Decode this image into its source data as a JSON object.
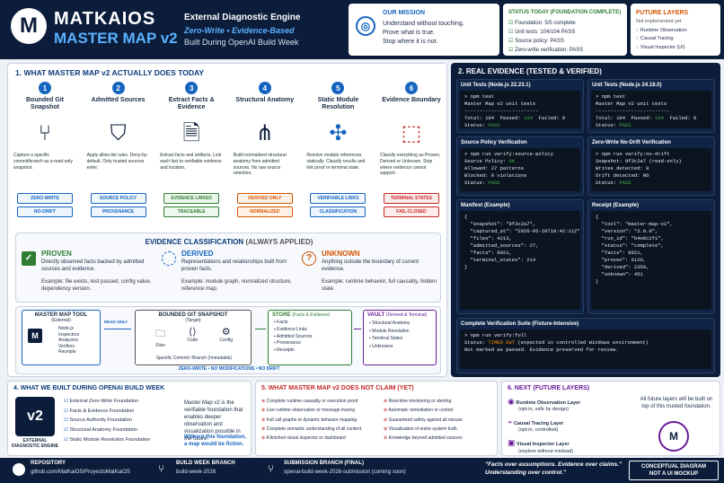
{
  "header": {
    "logo_letter": "M",
    "title": "MATKAIOS",
    "subtitle": "MASTER MAP v2",
    "tagline1": "External Diagnostic Engine",
    "tagline2": "Zero-Write • Evidence-Based",
    "tagline3": "Built During OpenAI Build Week"
  },
  "mission": {
    "title": "OUR MISSION",
    "lines": [
      "Understand without touching.",
      "Prove what is true.",
      "Stop where it is not."
    ]
  },
  "status": {
    "title": "STATUS TODAY (FOUNDATION COMPLETE)",
    "items": [
      "Foundation: 5/5 complete",
      "Unit tests: 104/104 PASS",
      "Source policy: PASS",
      "Zero-write verification: PASS"
    ]
  },
  "future_mini": {
    "title": "FUTURE LAYERS",
    "sub": "Not implemented yet",
    "items": [
      "Runtime Observation",
      "Causal Tracing",
      "Visual Inspector (UI)"
    ]
  },
  "s1": {
    "title": "1. WHAT MASTER MAP v2 ACTUALLY DOES TODAY",
    "steps": [
      {
        "n": "1",
        "title": "Bounded Git Snapshot",
        "desc": "Capture a specific commit/branch as a read-only snapshot.",
        "b1": "ZERO-WRITE",
        "b2": "NO-DRIFT",
        "icon": "git-icon"
      },
      {
        "n": "2",
        "title": "Admitted Sources",
        "desc": "Apply allow-list rules. Deny-by-default. Only trusted sources enter.",
        "b1": "SOURCE POLICY",
        "b2": "PROVENANCE",
        "icon": "shield-icon"
      },
      {
        "n": "3",
        "title": "Extract Facts & Evidence",
        "desc": "Extract facts and artifacts. Link each fact to verifiable evidence and location.",
        "b1": "EVIDENCE LINKED",
        "b2": "TRACEABLE",
        "icon": "document-search-icon"
      },
      {
        "n": "4",
        "title": "Structural Anatomy",
        "desc": "Build normalized structural anatomy from admitted sources. No raw source retention.",
        "b1": "DERIVED ONLY",
        "b2": "NORMALIZED",
        "icon": "tree-icon"
      },
      {
        "n": "5",
        "title": "Static Module Resolution",
        "desc": "Resolve module references statically. Classify results and link proof or terminal state.",
        "b1": "VERIFIABLE LINKS",
        "b2": "CLASSIFICATION",
        "icon": "puzzle-icon"
      },
      {
        "n": "6",
        "title": "Evidence Boundary",
        "desc": "Classify everything as Proven, Derived or Unknown. Stop where evidence cannot support.",
        "b1": "TERMINAL STATES",
        "b2": "FAIL-CLOSED",
        "icon": "boundary-icon"
      }
    ]
  },
  "classification": {
    "title": "EVIDENCE CLASSIFICATION",
    "title_suffix": "(ALWAYS APPLIED)",
    "items": [
      {
        "name": "PROVEN",
        "desc": "Directly observed facts backed by admitted sources and evidence.",
        "ex": "Example: file exists, test passed, config value, dependency version."
      },
      {
        "name": "DERIVED",
        "desc": "Representations and relationships built from proven facts.",
        "ex": "Example: module graph, normalized structure, reference map."
      },
      {
        "name": "UNKNOWN",
        "desc": "Anything outside the boundary of current evidence.",
        "ex": "Example: runtime behavior, full causality, hidden state."
      }
    ]
  },
  "flow": {
    "tool_title": "MASTER MAP TOOL",
    "tool_sub": "(External)",
    "tool_items": [
      "Node.js",
      "Inspectors",
      "Analyzers",
      "Verifiers",
      "Receipts"
    ],
    "read_only": "READ ONLY",
    "snap_title": "BOUNDED GIT SNAPSHOT",
    "snap_sub": "(Target)",
    "snap_items": [
      "Files",
      "Code",
      "Config"
    ],
    "snap_foot": "Specific Commit / Branch (Immutable)",
    "store_title": "STORE",
    "store_sub": "(Facts & Evidence)",
    "store_items": [
      "Facts",
      "Evidence Links",
      "Admitted Sources",
      "Provenance",
      "Receipts"
    ],
    "vault_title": "VAULT",
    "vault_sub": "(Derived & Terminal)",
    "vault_items": [
      "Structural Anatomy",
      "Module Resolution",
      "Terminal States",
      "Unknowns"
    ],
    "bottom": "ZERO-WRITE • NO MODIFICATIONS • NO DRIFT"
  },
  "s2": {
    "title": "2. REAL EVIDENCE (TESTED & VERIFIED)",
    "unit1": {
      "title": "Unit Tests (Node.js 22.23.1)",
      "lines": [
        "> npm test",
        "Master Map v2 unit tests",
        "-------------------------",
        "Total: 104  Passed: 104  Failed: 0",
        "Status: PASS"
      ]
    },
    "unit2": {
      "title": "Unit Tests (Node.js 24.18.0)",
      "lines": [
        "> npm test",
        "Master Map v2 unit tests",
        "-------------------------",
        "Total: 104  Passed: 104  Failed: 0",
        "Status: PASS"
      ]
    },
    "policy": {
      "title": "Source Policy Verification",
      "lines": [
        "> npm run verify:source-policy",
        "Source Policy: OK",
        "Allowed: 27 patterns",
        "Blocked: 0 violations",
        "Status: PASS"
      ]
    },
    "nodrift": {
      "title": "Zero-Write No-Drift Verification",
      "lines": [
        "> npm run verify:no-drift",
        "Snapshot: 9f3c2a7 (read-only)",
        "Writes detected: 0",
        "Drift detected: NO",
        "Status: PASS"
      ]
    },
    "manifest": {
      "title": "Manifest (Example)",
      "lines": [
        "{",
        "  \"snapshot\": \"9f3c2a7\",",
        "  \"captured_at\": \"2026-05-20T18:42:11Z\",",
        "  \"files\": 4213,",
        "  \"admitted_sources\": 27,",
        "  \"facts\": 8921,",
        "  \"terminal_states\": 214",
        "}"
      ]
    },
    "receipt": {
      "title": "Receipt (Example)",
      "lines": [
        "{",
        "  \"tool\": \"master-map-v2\",",
        "  \"version\": \"2.0.0\",",
        "  \"run_id\": \"b4e8c2f1\",",
        "  \"status\": \"complete\",",
        "  \"facts\": 8921,",
        "  \"proven\": 6120,",
        "  \"derived\": 2350,",
        "  \"unknown\": 451",
        "}"
      ]
    },
    "suite": {
      "title": "Complete Verification Suite (Fixture-Intensive)",
      "lines": [
        "> npm run verify:full",
        "Status: TIMED OUT (expected in controlled Windows environment)",
        "Not marked as passed. Evidence preserved for review."
      ]
    }
  },
  "s4": {
    "title": "4. WHAT WE BUILT DURING OPENAI BUILD WEEK",
    "badge": "v2",
    "badge_sub": "EXTERNAL DIAGNOSTIC ENGINE",
    "items": [
      "External Zero-Write Foundation",
      "Facts & Evidence Foundation",
      "Source Authority Foundation",
      "Structural Anatomy Foundation",
      "Static Module Resolution Foundation"
    ],
    "desc": "Master Map v2 is the verifiable foundation that enables deeper observation and visualization possible in the future.",
    "desc2": "Without this foundation, a map would be fiction."
  },
  "s5": {
    "title": "5. WHAT MASTER MAP v2 DOES NOT CLAIM (YET)",
    "col1": [
      "Complete runtime causality or execution proof",
      "Live runtime observation or message tracing",
      "Full call graphs or dynamic behavior mapping",
      "Complete semantic understanding of all content",
      "A finished visual inspector or dashboard"
    ],
    "col2": [
      "Real-time monitoring or alerting",
      "Automatic remediation or control",
      "Guaranteed safety against all misuse",
      "Visualization of entire system truth",
      "Knowledge beyond admitted sources"
    ]
  },
  "s6": {
    "title": "6. NEXT (FUTURE LAYERS)",
    "items": [
      {
        "t": "Runtime Observation Layer",
        "s": "(opt-in, safe by design)"
      },
      {
        "t": "Causal Tracing Layer",
        "s": "(opt-in, controlled)"
      },
      {
        "t": "Visual Inspector Layer",
        "s": "(explore without mislead)"
      }
    ],
    "note": "All future layers will be built on top of this trusted foundation.",
    "center": "M"
  },
  "footer": {
    "repo_label": "REPOSITORY",
    "repo": "github.com/MatKaiOS/ProyectoMatKaiOS",
    "branch_label": "BUILD WEEK BRANCH",
    "branch": "build-week-2026",
    "sub_label": "SUBMISSION BRANCH (FINAL)",
    "sub": "openai-build-week-2026-submission (coming soon)",
    "quote1": "\"Facts over assumptions. Evidence over claims.\"",
    "quote2": "Understanding over control.\"",
    "concept1": "CONCEPTUAL DIAGRAM",
    "concept2": "NOT A UI MOCKUP"
  }
}
